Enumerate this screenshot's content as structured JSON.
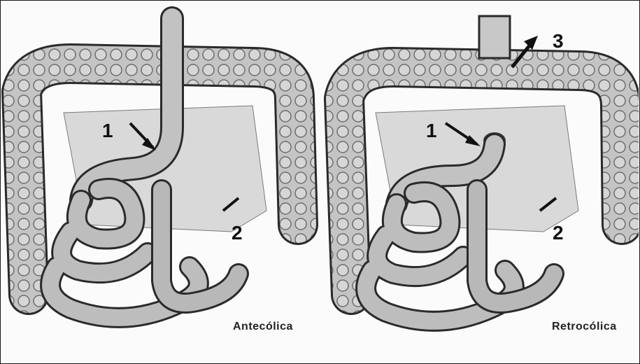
{
  "figure": {
    "left_panel": {
      "labels": {
        "one": "1",
        "two": "2"
      },
      "caption": "Antecólica"
    },
    "right_panel": {
      "labels": {
        "one": "1",
        "two": "2",
        "three": "3"
      },
      "caption": "Retrocólica"
    }
  },
  "colors": {
    "organ_fill": "#bdbdbd",
    "organ_shadow": "#8a8a8a",
    "outline": "#2a2a2a",
    "background": "#fbfbfb"
  }
}
